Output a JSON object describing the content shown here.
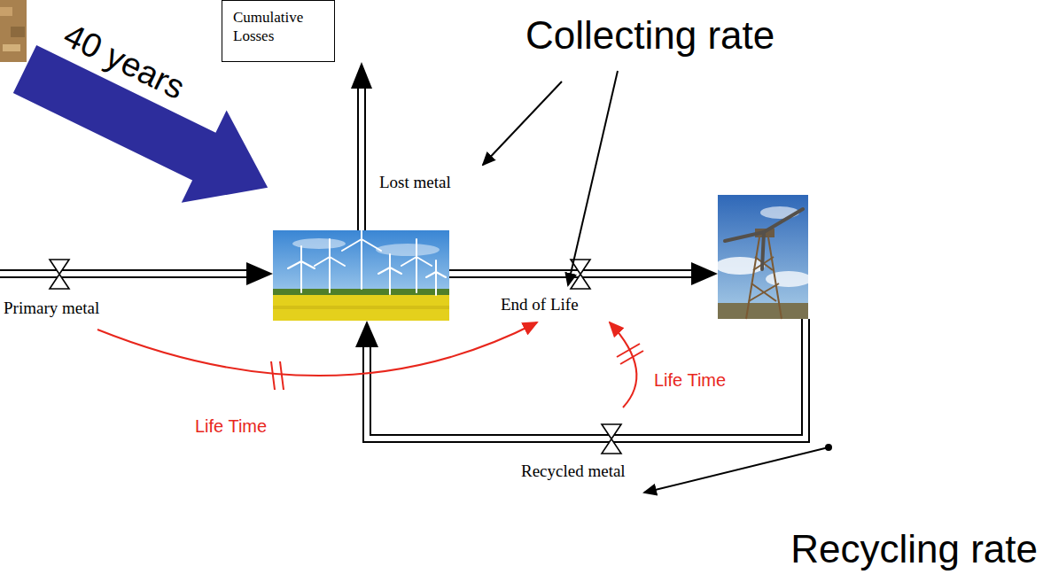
{
  "diagram": {
    "nodes": [
      {
        "text": [
          "Cumulative Losses"
        ]
      }
    ],
    "labels": [
      "40 years",
      "Collecting rate",
      "Lost metal",
      "Primary metal",
      "End of Life",
      "Life Time",
      "Life Time",
      "Recycled metal",
      "Recycling rate"
    ]
  }
}
